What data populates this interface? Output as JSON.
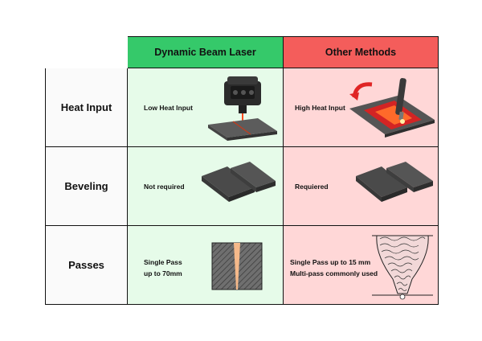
{
  "header": {
    "col1": "Dynamic Beam Laser",
    "col2": "Other Methods"
  },
  "rows": [
    {
      "label": "Heat Input",
      "laser_text": "Low Heat Input",
      "other_text": "High Heat Input"
    },
    {
      "label": "Beveling",
      "laser_text": "Not required",
      "other_text": "Requiered"
    },
    {
      "label": "Passes",
      "laser_text_line1": "Single Pass",
      "laser_text_line2": "up to 70mm",
      "other_text_line1": "Single Pass up to 15 mm",
      "other_text_line2": "Multi-pass commonly used"
    }
  ],
  "colors": {
    "header_green": "#35c96a",
    "header_red": "#f45d5b",
    "cell_green": "#e6fbe9",
    "cell_red": "#ffd7d7"
  }
}
